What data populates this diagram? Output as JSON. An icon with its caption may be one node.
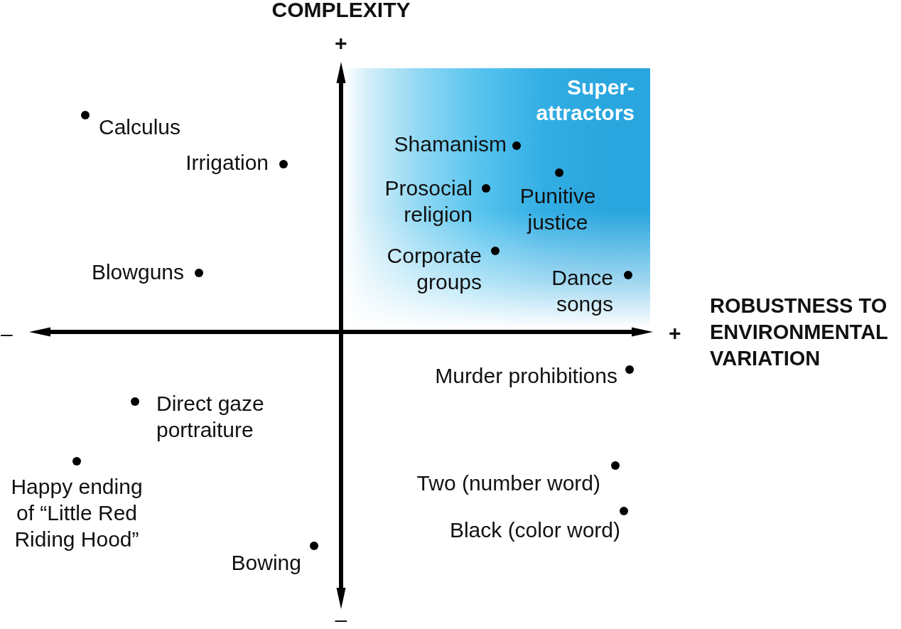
{
  "diagram": {
    "nodes": [
      {
        "text": [
          "Super-attractors"
        ]
      }
    ],
    "labels": [
      "COMPLEXITY",
      "+",
      "Calculus",
      "Shamanism",
      "Irrigation",
      "Prosocial religion",
      "Punitive justice",
      "Corporate groups",
      "Blowguns",
      "Dance songs",
      "ROBUSTNESS TO ENVIRONMENTAL VARIATION",
      "–",
      "+",
      "Murder prohibitions",
      "Direct gaze portraiture",
      "Happy ending of “Little Red Riding Hood”",
      "Two (number word)",
      "Black (color word)",
      "Bowing",
      "–"
    ]
  }
}
